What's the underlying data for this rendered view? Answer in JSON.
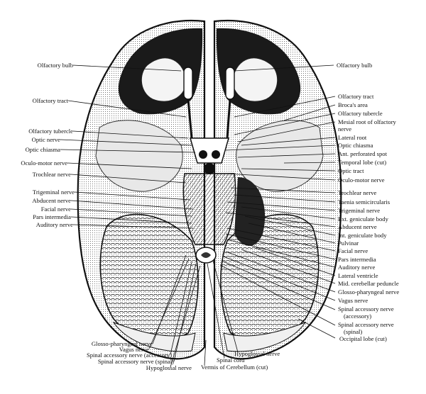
{
  "left_labels": [
    "Olfactory bulb",
    "Olfactory tract",
    "Olfactory tubercle",
    "Optic nerve",
    "Optic chiasma",
    "Oculo-motor nerve",
    "Trochlear nerve",
    "Trigeminal nerve",
    "Abducent nerve",
    "Facial nerve",
    "Pars intermedia",
    "Auditory nerve"
  ],
  "right_labels": [
    "Olfactory bulb",
    "Olfactory tract",
    "Broca's area",
    "Olfactory tubercle",
    "Mesial root of olfactory",
    "nerve",
    "Lateral root",
    "Optic chiasma",
    "Ant. perforated spot",
    "Temporal lobe (cut)",
    "Optic tract",
    "Oculo-motor nerve",
    "Trochlear nerve",
    "Taenia semicircularis",
    "Trigeminal nerve",
    "Ext. geniculate body",
    "Abducent nerve",
    "Int. geniculate body",
    "Pulvinar",
    "Facial nerve",
    "Pars intermedia",
    "Auditory nerve",
    "Lateral ventricle",
    "Mid. cerebellar peduncle",
    "Glosso-pharyngeal nerve",
    "Vagus nerve",
    "Spinal accessory nerve",
    "(accessory)",
    "Spinal accessory nerve",
    "(spinal)",
    "Occipital lobe (cut)"
  ],
  "bottom_labels": [
    "Glosso-pharyngeal nerve",
    "Vagus nerve",
    "Spinal accessory nerve (accessory)",
    "Spinal accessory nerve (spinal)",
    "Hypoglossal nerve",
    "Spinal cord",
    "Hypoglossal nerve",
    "Vermis of Cerebellum (cut)"
  ]
}
